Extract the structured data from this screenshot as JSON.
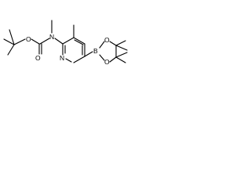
{
  "molecule": {
    "atoms": {
      "carbonyl_oxygen": "O",
      "ester_oxygen": "O",
      "amine_nitrogen": "N",
      "pyridine_nitrogen": "N",
      "boron": "B",
      "boronate_oxygen_upper": "O",
      "boronate_oxygen_lower": "O"
    }
  },
  "colors": {
    "bond": "#000000",
    "label": "#000000",
    "background": "#ffffff"
  }
}
